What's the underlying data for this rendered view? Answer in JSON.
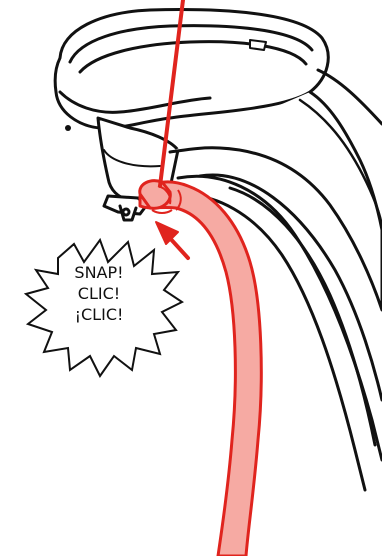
{
  "callout": {
    "lines": [
      "SNAP!",
      "CLIC!",
      "¡CLIC!"
    ]
  },
  "colors": {
    "accent_red": "#e0241e",
    "hose_fill": "#f6aaa3",
    "outline": "#111111",
    "background": "#ffffff"
  },
  "icons": {
    "arrow": "red-arrow-icon",
    "burst": "starburst-callout-icon"
  }
}
